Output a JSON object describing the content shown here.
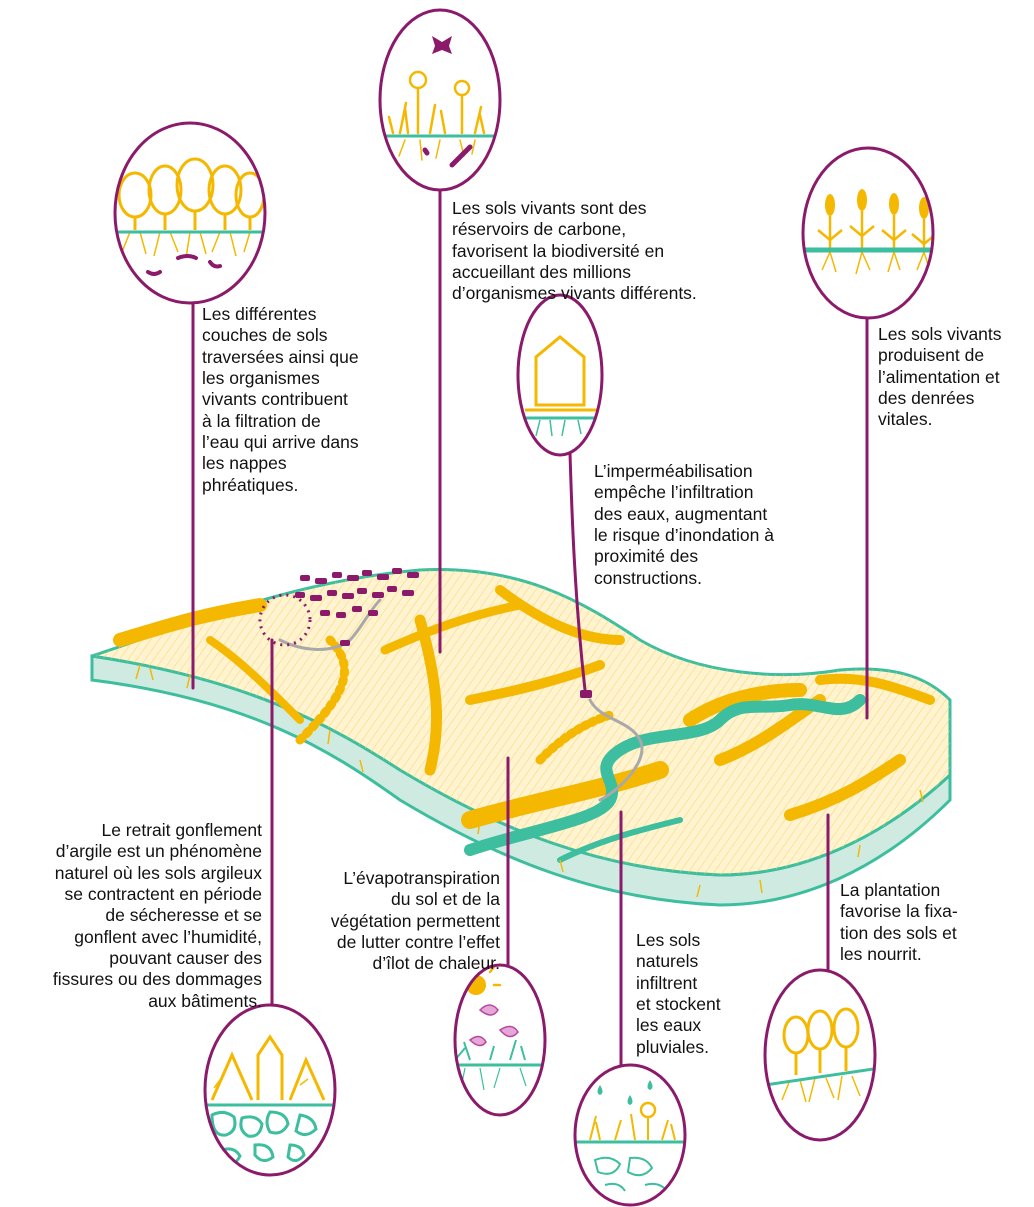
{
  "colors": {
    "purple": "#8B1A6B",
    "yellow": "#F5B800",
    "teal": "#3DBE9E",
    "teal_light": "#CFEAE0",
    "soil_light": "#FFF3D0",
    "text": "#111111",
    "road": "#A9A9A9"
  },
  "callouts": {
    "filtration": "Les différentes\ncouches de sols\ntraversées ainsi que\nles organismes\nvivants contribuent\nà la filtration de\nl’eau qui arrive dans\nles nappes\nphréatiques.",
    "carbon": "Les sols vivants sont des\nréservoirs de carbone,\nfavorisent la biodiversité en\naccueillant des millions\nd’organismes vivants différents.",
    "sealing": "L’imperméabilisation\nempêche l’infiltration\ndes eaux, augmentant\nle risque d’inondation à\nproximité des\nconstructions.",
    "food": "Les sols vivants\nproduisent de\nl’alimentation et\ndes denrées\nvitales.",
    "clay": "Le retrait gonflement\nd’argile est un phénomène\nnaturel où les sols argileux\nse contractent en période\nde sécheresse et se\ngonflent avec l’humidité,\npouvant causer des\nfissures ou des dommages\naux bâtiments.",
    "evapo": "L’évapotranspiration\ndu sol et de la\nvégétation permettent\nde lutter contre l’effet\nd’îlot de chaleur.",
    "infiltration": "Les sols\nnaturels\ninfiltrent\net stockent\nles eaux\npluviales.",
    "planting": "La plantation\nfavorise la fixa-\ntion des sols et\nles nourrit."
  },
  "icons": [
    "trees-roots-icon",
    "flowers-butterfly-icon",
    "house-impervious-icon",
    "wheat-crop-icon",
    "cracked-clay-house-icon",
    "sun-evaporation-icon",
    "rain-infiltration-icon",
    "planted-trees-icon"
  ]
}
